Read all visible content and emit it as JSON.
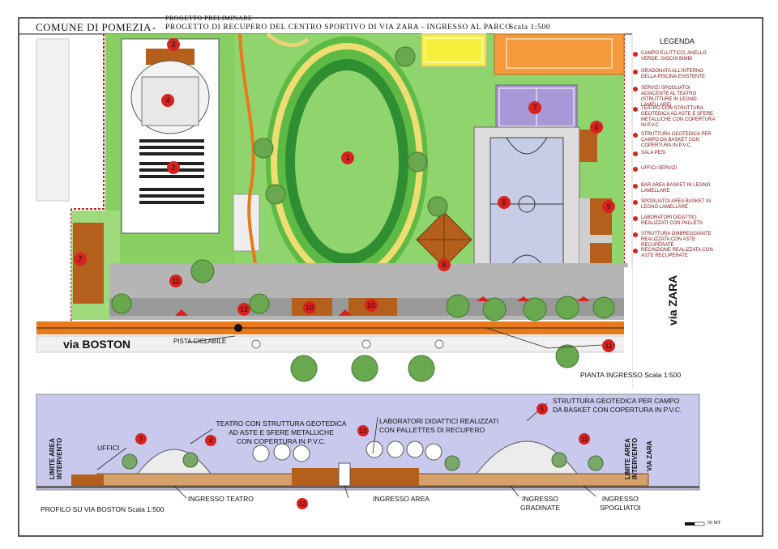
{
  "header": {
    "municipality": "COMUNE DI POMEZIA",
    "dash": "-",
    "project_type": "PROGETTO PRELIMINARE",
    "project_title": "PROGETTO DI RECUPERO DEL CENTRO SPORTIVO DI VIA ZARA - INGRESSO AL PARCO",
    "scale": "Scala 1:500"
  },
  "legend": {
    "title": "LEGENDA",
    "items": [
      "CAMPO ELLITTICO, ANELLO VERDE, GIOCHI BIMBI",
      "GRADONATA ALL'INTERNO DELLA PISCINA ESISTENTE",
      "SERVIZI SPOGLIATOI ADIACENTE AL TEATRO (STRUTTURE IN LEGNO LAMELLARE)",
      "TEATRO CON STRUTTURA GEOTEDICA AD ASTE E SFERE METALLICHE CON COPERTURA IN P.V.C.",
      "STRUTTURA GEOTEDICA PER CAMPO DA BASKET CON COPERTURA IN P.V.C.",
      "SALA PESI",
      "UFFICI SERVIZI",
      "BAR AREA BASKET IN LEGNO LAMELLARE",
      "SPOGLIATOI AREA BASKET IN LEGNO LAMELLARE",
      "LABORATORI DIDATTICI REALIZZATI CON PALLETS",
      "STRUTTURA OMBREGGIANTE REALIZZATA CON ASTE RECUPERATE",
      "RECINZIONE REALIZZATA CON ASTE RECUPERATE"
    ]
  },
  "plan": {
    "markers": [
      "1",
      "2",
      "3",
      "4",
      "5",
      "6",
      "7",
      "7",
      "8",
      "9",
      "10",
      "10",
      "11",
      "11",
      "12"
    ],
    "labels": {
      "street_boston": "via BOSTON",
      "street_zara": "via ZARA",
      "bike_lane": "PISTA CICLABILE",
      "plan_caption": "PIANTA INGRESSO  Scala 1:500"
    }
  },
  "profile": {
    "limit_left": "LIMITE AREA INTERVENTO",
    "limit_right": "LIMITE AREA INTERVENTO",
    "via_zara": "VIA ZARA",
    "uffici": "UFFICI",
    "teatro": "TEATRO CON STRUTTURA GEOTEDICA AD ASTE E SFERE METALLICHE CON COPERTURA IN P.V.C.",
    "teatro_l1": "TEATRO CON STRUTTURA GEOTEDICA",
    "teatro_l2": "AD ASTE E SFERE METALLICHE",
    "teatro_l3": "CON COPERTURA IN P.V.C.",
    "lab_l1": "LABORATORI DIDATTICI REALIZZATI",
    "lab_l2": "CON PALLETTES DI RECUPERO",
    "geo_l1": "STRUTTURA GEOTEDICA PER CAMPO",
    "geo_l2": "DA BASKET CON COPERTURA IN P.V.C.",
    "ingresso_teatro": "INGRESSO TEATRO",
    "ingresso_area": "INGRESSO AREA",
    "ingresso_gradinate_1": "INGRESSO",
    "ingresso_gradinate_2": "GRADINATE",
    "ingresso_spogliatoi_1": "INGRESSO",
    "ingresso_spogliatoi_2": "SPOGLIATOI",
    "caption": "PROFILO SU VIA BOSTON Scala 1:500",
    "markers": [
      "7",
      "4",
      "10",
      "5",
      "11",
      "12"
    ]
  },
  "scalebar": {
    "label": "50 MT"
  },
  "colors": {
    "marker_red": "#d8221e",
    "grass": "#7ccd5a",
    "grass_light": "#a6dd80",
    "wood": "#b55f1c",
    "orange_court": "#f59a3c",
    "yellow_court": "#f6f03c",
    "purple_court": "#a898d8",
    "profile_bg": "#c9c9ee"
  }
}
